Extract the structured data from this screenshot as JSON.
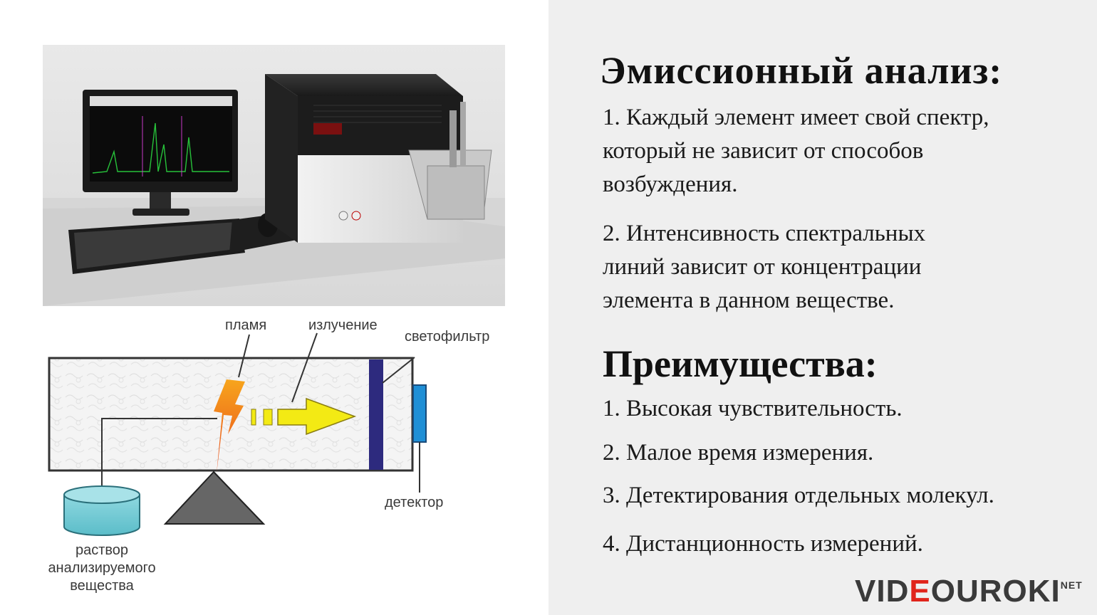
{
  "heading": "Эмиссионный анализ:",
  "principles": [
    {
      "lines": [
        "1. Каждый элемент имеет свой спектр,",
        "который не зависит от способов",
        "возбуждения."
      ]
    },
    {
      "lines": [
        "2. Интенсивность спектральных",
        "линий зависит от концентрации",
        "элемента в данном веществе."
      ]
    }
  ],
  "advantages_heading": "Преимущества:",
  "advantages": [
    "1. Высокая чувствительность.",
    "2. Малое время измерения.",
    "3. Детектирования отдельных молекул.",
    "4. Дистанционность измерений."
  ],
  "diagram": {
    "flame": "пламя",
    "radiation": "излучение",
    "filter": "светофильтр",
    "detector": "детектор",
    "solution_lines": [
      "раствор",
      "анализируемого",
      "вещества"
    ]
  },
  "logo": {
    "pre": "VID",
    "o": "E",
    "post": "OUROKI",
    "net": "NET"
  },
  "colors": {
    "flame_top": "#f7a51c",
    "flame_bottom": "#e8471b",
    "arrow": "#f3ea14",
    "filter": "#2d2a7e",
    "detector": "#1f8fd6",
    "beaker": "#6cc7d2"
  }
}
